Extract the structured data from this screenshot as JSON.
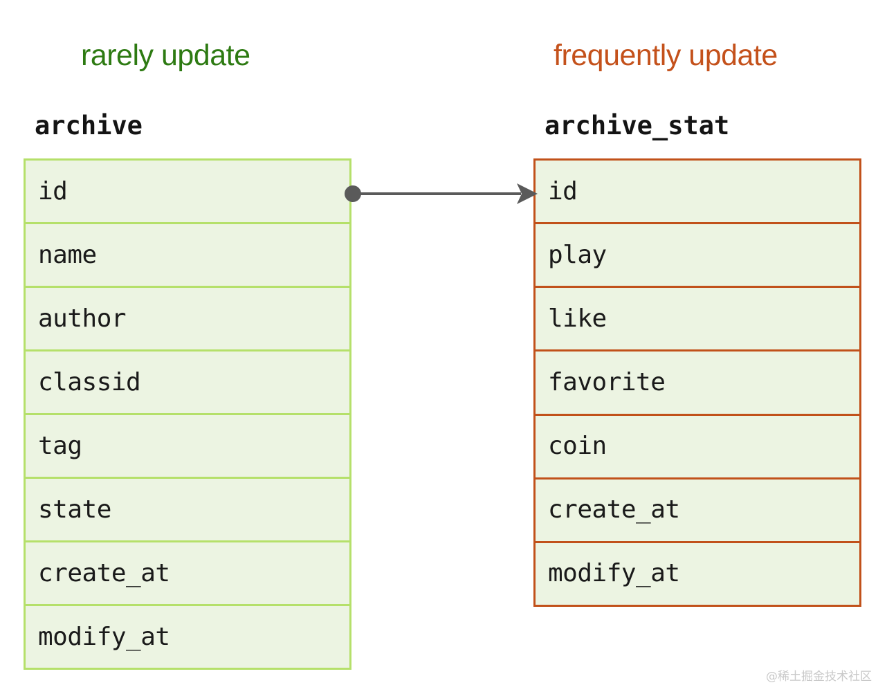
{
  "diagram": {
    "type": "entity-relationship",
    "background_color": "#ffffff",
    "captions": {
      "left": {
        "text": "rarely update",
        "color": "#2d7a12"
      },
      "right": {
        "text": "frequently update",
        "color": "#c4511b"
      }
    },
    "tables": [
      {
        "id": "archive",
        "title": "archive",
        "border_color": "#b5e06a",
        "fill_color": "#ecf4e2",
        "fields": [
          "id",
          "name",
          "author",
          "classid",
          "tag",
          "state",
          "create_at",
          "modify_at"
        ]
      },
      {
        "id": "archive_stat",
        "title": "archive_stat",
        "border_color": "#c1511a",
        "fill_color": "#ecf4e2",
        "fields": [
          "id",
          "play",
          "like",
          "favorite",
          "coin",
          "create_at",
          "modify_at"
        ]
      }
    ],
    "relation": {
      "from_table": "archive",
      "from_field": "id",
      "to_table": "archive_stat",
      "to_field": "id",
      "line_color": "#5a5a5a",
      "start_marker": "circle",
      "end_marker": "arrow"
    }
  },
  "watermark": {
    "text": "@稀土掘金技术社区"
  }
}
